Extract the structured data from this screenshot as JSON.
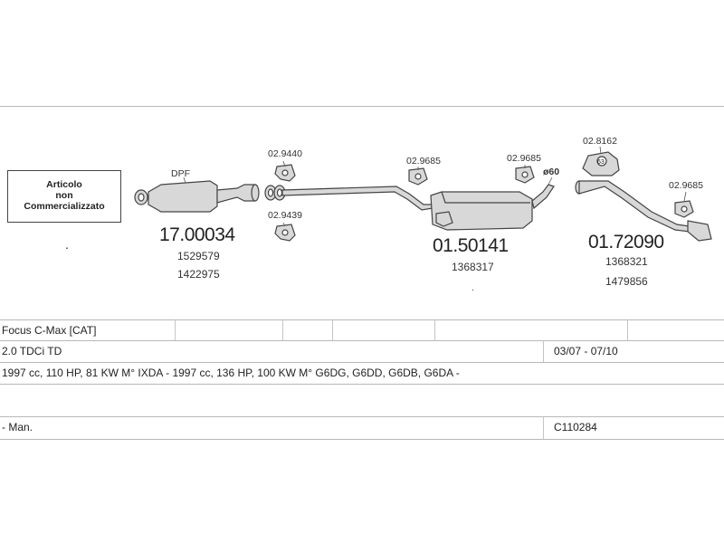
{
  "notice": [
    "Articolo",
    "non",
    "Commercializzato"
  ],
  "groups": [
    {
      "code": "17.00034",
      "refs": [
        "1529579",
        "1422975"
      ],
      "label": "DPF"
    },
    {
      "code": "01.50141",
      "refs": [
        "1368317"
      ]
    },
    {
      "code": "01.72090",
      "refs": [
        "1368321",
        "1479856"
      ]
    }
  ],
  "part_labels": {
    "clamp_top": "02.9440",
    "clamp_bottom": "02.9439",
    "hanger_mid": "02.9685",
    "hanger_right_mid": "02.9685",
    "diameter": "ø60",
    "clamp_ring": "02.8162",
    "ring_inner": "63",
    "hanger_tail": "02.9685"
  },
  "table": {
    "model": "Focus C-Max  [CAT]",
    "engine": "2.0 TDCi TD",
    "years": "03/07 - 07/10",
    "specs": "1997 cc, 110 HP, 81 KW M° IXDA - 1997 cc, 136 HP, 100 KW M° G6DG, G6DD, G6DB, G6DA -",
    "transmission": "- Man.",
    "catalog": "C110284"
  },
  "colors": {
    "line": "#b8b8b8",
    "part_fill": "#d8d8d8",
    "part_stroke": "#444444"
  }
}
